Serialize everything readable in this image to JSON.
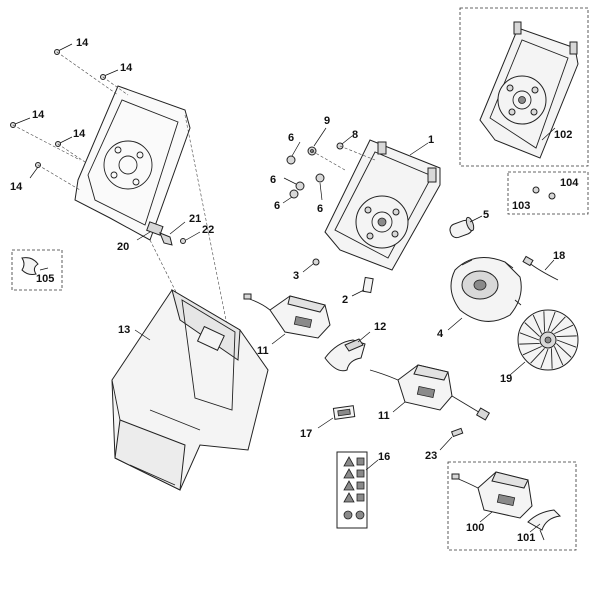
{
  "callouts": [
    {
      "id": "c14a",
      "text": "14"
    },
    {
      "id": "c14b",
      "text": "14"
    },
    {
      "id": "c14c",
      "text": "14"
    },
    {
      "id": "c14d",
      "text": "14"
    },
    {
      "id": "c14e",
      "text": "14"
    },
    {
      "id": "c105",
      "text": "105"
    },
    {
      "id": "c21",
      "text": "21"
    },
    {
      "id": "c22",
      "text": "22"
    },
    {
      "id": "c20",
      "text": "20"
    },
    {
      "id": "c13",
      "text": "13"
    },
    {
      "id": "c9",
      "text": "9"
    },
    {
      "id": "c8",
      "text": "8"
    },
    {
      "id": "c6a",
      "text": "6"
    },
    {
      "id": "c6b",
      "text": "6"
    },
    {
      "id": "c6c",
      "text": "6"
    },
    {
      "id": "c6d",
      "text": "6"
    },
    {
      "id": "c1",
      "text": "1"
    },
    {
      "id": "c5",
      "text": "5"
    },
    {
      "id": "c3",
      "text": "3"
    },
    {
      "id": "c2",
      "text": "2"
    },
    {
      "id": "c11a",
      "text": "11"
    },
    {
      "id": "c12",
      "text": "12"
    },
    {
      "id": "c4",
      "text": "4"
    },
    {
      "id": "c18",
      "text": "18"
    },
    {
      "id": "c19",
      "text": "19"
    },
    {
      "id": "c11b",
      "text": "11"
    },
    {
      "id": "c17",
      "text": "17"
    },
    {
      "id": "c23",
      "text": "23"
    },
    {
      "id": "c16",
      "text": "16"
    },
    {
      "id": "c100",
      "text": "100"
    },
    {
      "id": "c101",
      "text": "101"
    },
    {
      "id": "c102",
      "text": "102"
    },
    {
      "id": "c103",
      "text": "103"
    },
    {
      "id": "c104",
      "text": "104"
    }
  ]
}
